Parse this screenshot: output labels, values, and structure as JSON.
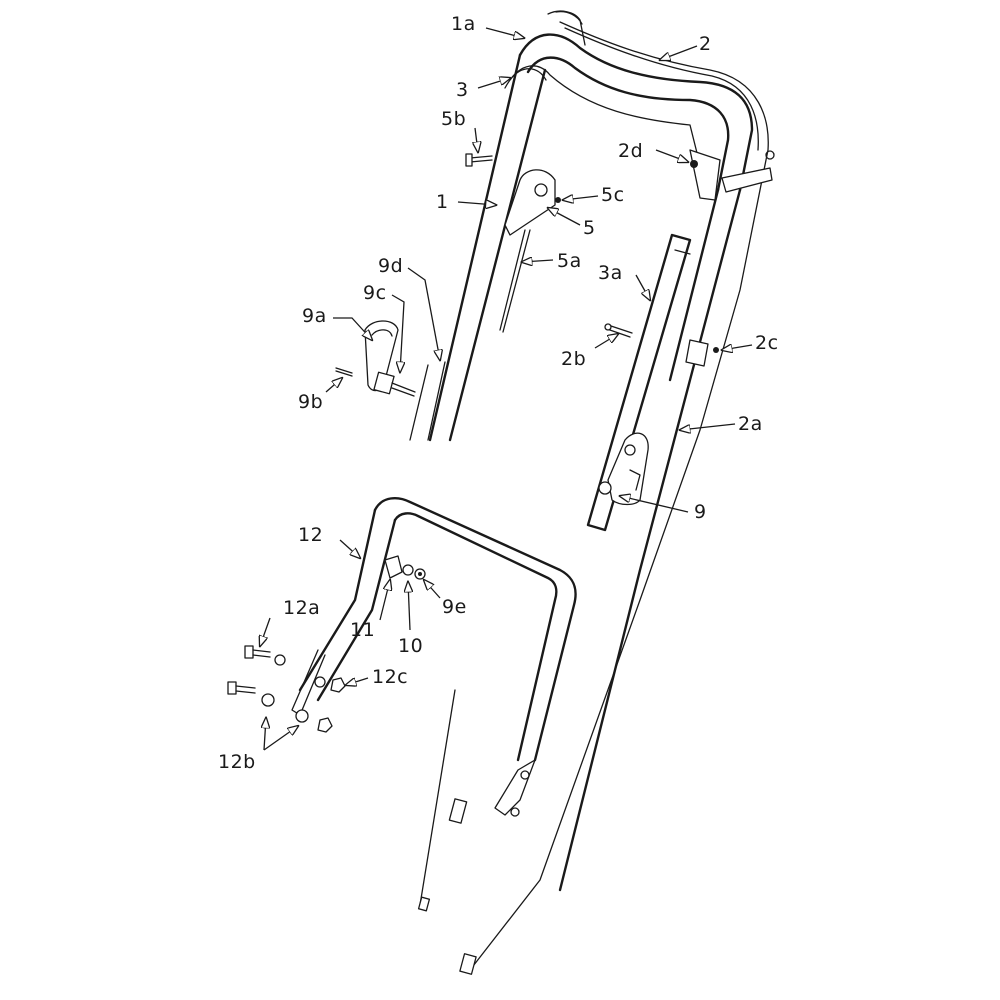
{
  "labels": {
    "l_1a": "1a",
    "l_2": "2",
    "l_3": "3",
    "l_5b": "5b",
    "l_2d": "2d",
    "l_1": "1",
    "l_5c": "5c",
    "l_5": "5",
    "l_5a": "5a",
    "l_9d": "9d",
    "l_3a": "3a",
    "l_9c": "9c",
    "l_9a": "9a",
    "l_2c": "2c",
    "l_2b": "2b",
    "l_9b": "9b",
    "l_2a": "2a",
    "l_9": "9",
    "l_12": "12",
    "l_12a": "12a",
    "l_9e": "9e",
    "l_11": "11",
    "l_10": "10",
    "l_12c": "12c",
    "l_12b": "12b"
  }
}
